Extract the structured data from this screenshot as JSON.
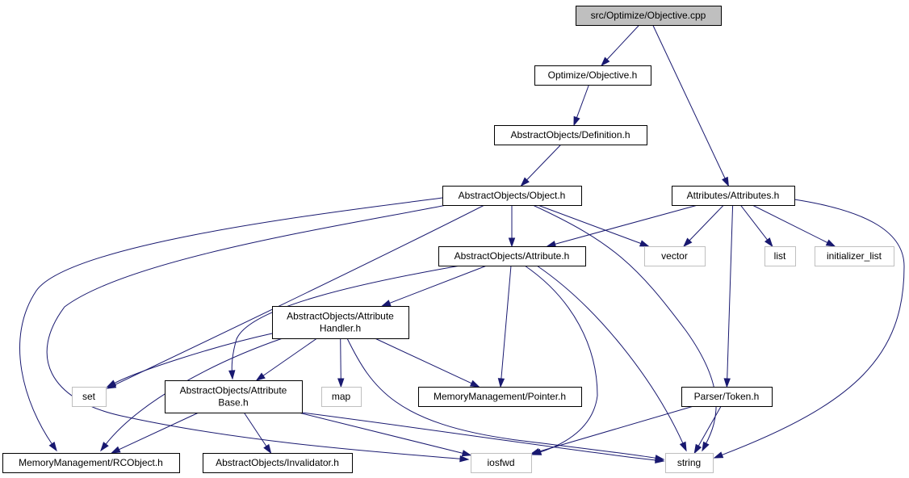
{
  "colors": {
    "edge": "#191970",
    "root_fill": "#bfbfbf",
    "system_border": "#bfbfbf",
    "node_border": "#000000"
  },
  "nodes": {
    "objective_cpp": {
      "lines": [
        "src/Optimize/Objective.cpp"
      ],
      "kind": "root"
    },
    "objective_h": {
      "lines": [
        "Optimize/Objective.h"
      ],
      "kind": "header"
    },
    "definition_h": {
      "lines": [
        "AbstractObjects/Definition.h"
      ],
      "kind": "header"
    },
    "object_h": {
      "lines": [
        "AbstractObjects/Object.h"
      ],
      "kind": "header"
    },
    "attributes_h": {
      "lines": [
        "Attributes/Attributes.h"
      ],
      "kind": "header"
    },
    "attribute_h": {
      "lines": [
        "AbstractObjects/Attribute.h"
      ],
      "kind": "header"
    },
    "vector": {
      "lines": [
        "vector"
      ],
      "kind": "system"
    },
    "list": {
      "lines": [
        "list"
      ],
      "kind": "system"
    },
    "initializer_list": {
      "lines": [
        "initializer_list"
      ],
      "kind": "system"
    },
    "attribute_handler_h": {
      "lines": [
        "AbstractObjects/Attribute",
        "Handler.h"
      ],
      "kind": "header"
    },
    "set": {
      "lines": [
        "set"
      ],
      "kind": "system"
    },
    "attribute_base_h": {
      "lines": [
        "AbstractObjects/Attribute",
        "Base.h"
      ],
      "kind": "header"
    },
    "map": {
      "lines": [
        "map"
      ],
      "kind": "system"
    },
    "pointer_h": {
      "lines": [
        "MemoryManagement/Pointer.h"
      ],
      "kind": "header"
    },
    "token_h": {
      "lines": [
        "Parser/Token.h"
      ],
      "kind": "header"
    },
    "rcobject_h": {
      "lines": [
        "MemoryManagement/RCObject.h"
      ],
      "kind": "header"
    },
    "invalidator_h": {
      "lines": [
        "AbstractObjects/Invalidator.h"
      ],
      "kind": "header"
    },
    "iosfwd": {
      "lines": [
        "iosfwd"
      ],
      "kind": "system"
    },
    "string": {
      "lines": [
        "string"
      ],
      "kind": "system"
    }
  },
  "edges": [
    [
      "objective_cpp",
      "objective_h"
    ],
    [
      "objective_cpp",
      "attributes_h"
    ],
    [
      "objective_h",
      "definition_h"
    ],
    [
      "definition_h",
      "object_h"
    ],
    [
      "object_h",
      "attribute_h"
    ],
    [
      "object_h",
      "vector"
    ],
    [
      "object_h",
      "set"
    ],
    [
      "object_h",
      "rcobject_h"
    ],
    [
      "object_h",
      "iosfwd"
    ],
    [
      "object_h",
      "string"
    ],
    [
      "attributes_h",
      "attribute_h"
    ],
    [
      "attributes_h",
      "vector"
    ],
    [
      "attributes_h",
      "list"
    ],
    [
      "attributes_h",
      "initializer_list"
    ],
    [
      "attributes_h",
      "token_h"
    ],
    [
      "attributes_h",
      "string"
    ],
    [
      "attribute_h",
      "attribute_handler_h"
    ],
    [
      "attribute_h",
      "attribute_base_h"
    ],
    [
      "attribute_h",
      "pointer_h"
    ],
    [
      "attribute_h",
      "iosfwd"
    ],
    [
      "attribute_h",
      "string"
    ],
    [
      "attribute_handler_h",
      "set"
    ],
    [
      "attribute_handler_h",
      "attribute_base_h"
    ],
    [
      "attribute_handler_h",
      "map"
    ],
    [
      "attribute_handler_h",
      "pointer_h"
    ],
    [
      "attribute_handler_h",
      "rcobject_h"
    ],
    [
      "attribute_handler_h",
      "string"
    ],
    [
      "attribute_base_h",
      "rcobject_h"
    ],
    [
      "attribute_base_h",
      "invalidator_h"
    ],
    [
      "attribute_base_h",
      "iosfwd"
    ],
    [
      "attribute_base_h",
      "string"
    ],
    [
      "token_h",
      "iosfwd"
    ],
    [
      "token_h",
      "string"
    ]
  ]
}
